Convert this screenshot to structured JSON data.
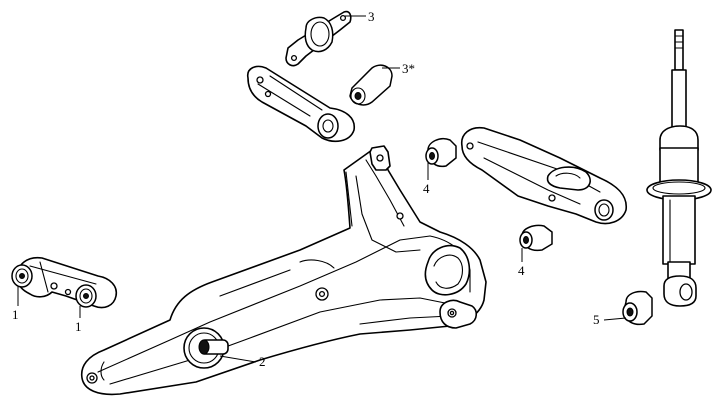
{
  "callouts": {
    "c1a": "1",
    "c1b": "1",
    "c2": "2",
    "c3": "3",
    "c3s": "3*",
    "c4a": "4",
    "c4b": "4",
    "c5": "5"
  }
}
